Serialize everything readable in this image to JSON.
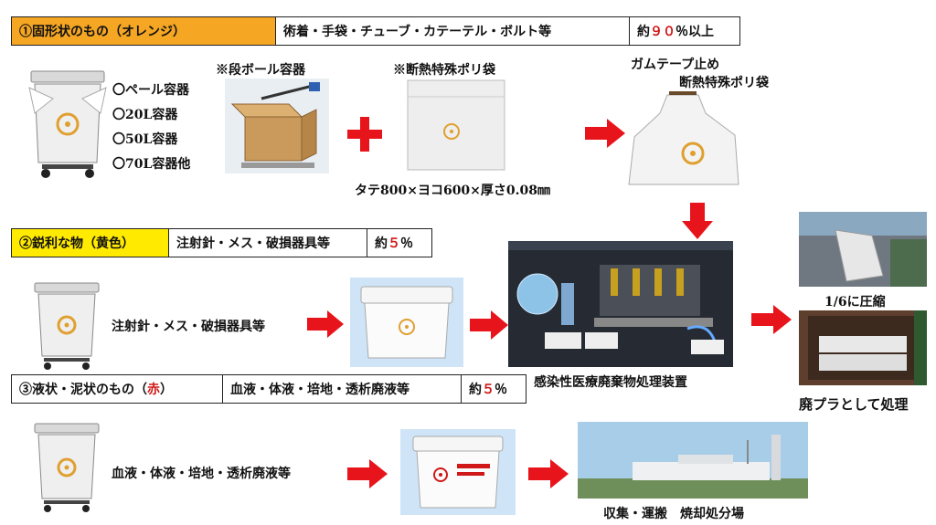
{
  "rows": {
    "solid": {
      "title": "①固形状のもの（オレンジ）",
      "items": "術着・手袋・チューブ・カテーテル・ボルト等",
      "pct_prefix": "約",
      "pct_value": "９０",
      "pct_suffix": "％以上",
      "containers": [
        "〇ペール容器",
        "〇20L容器",
        "〇50L容器",
        "〇70L容器他"
      ],
      "cardboard_label": "※段ボール容器",
      "polybag_label": "※断熱特殊ポリ袋",
      "tape_label_1": "ガムテープ止め",
      "tape_label_2": "断熱特殊ポリ袋",
      "dims": "タテ800×ヨコ600×厚さ0.08㎜"
    },
    "sharp": {
      "title": "②鋭利な物（黄色）",
      "items": "注射針・メス・破損器具等",
      "pct_prefix": "約",
      "pct_value": "５",
      "pct_suffix": "％",
      "flow_label": "注射針・メス・破損器具等"
    },
    "liquid": {
      "title_prefix": "③液状・泥状のもの（",
      "title_red": "赤",
      "title_suffix": "）",
      "items": "血液・体液・培地・透析廃液等",
      "pct_prefix": "約",
      "pct_value": "５",
      "pct_suffix": "％",
      "flow_label": "血液・体液・培地・透析廃液等"
    }
  },
  "processor": {
    "label": "感染性医療廃棄物処理装置"
  },
  "compress": {
    "label": "1/6に圧縮"
  },
  "recycle": {
    "label": "廃プラとして処理"
  },
  "incinerate": {
    "label": "収集・運搬　焼却処分場"
  },
  "colors": {
    "orange": "#f5a623",
    "yellow": "#ffea00",
    "arrow": "#e8141b",
    "biohazard": "#e0a030"
  }
}
